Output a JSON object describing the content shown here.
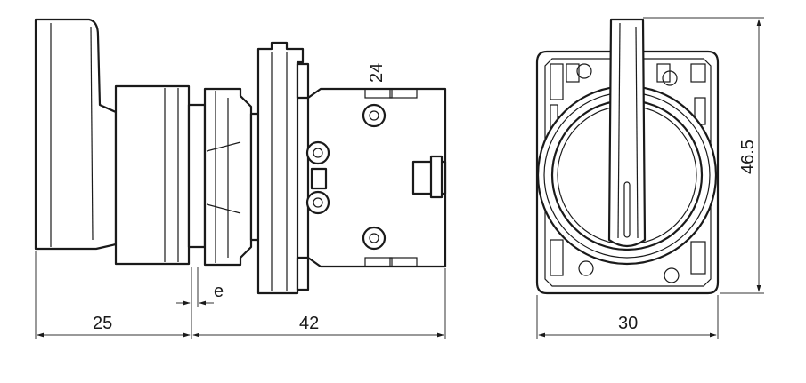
{
  "dimensions": {
    "front_depth": "25",
    "body_depth": "42",
    "panel_gap": "e",
    "contact_block_height": "24",
    "total_height": "46.5",
    "front_width": "30"
  }
}
